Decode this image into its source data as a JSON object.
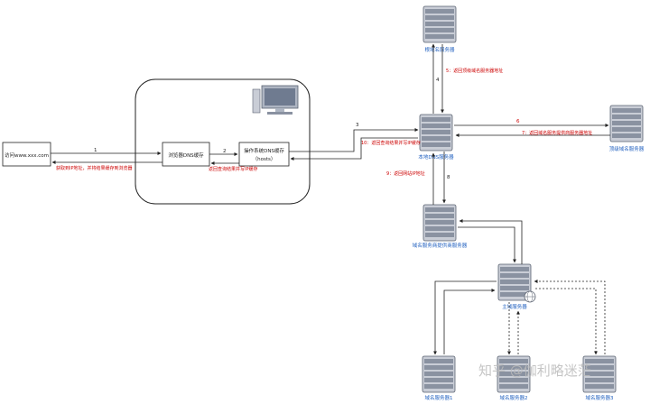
{
  "nodes": {
    "visit": "访问www.xxx.com",
    "browser_cache": "浏览器DNS缓存",
    "os_cache_line1": "操作系统DNS缓存",
    "os_cache_line2": "（hosts）",
    "root_server": "根域名服务器",
    "local_dns": "本地DNS服务器",
    "tld_server": "顶级域名服务器",
    "domain_provider": "域名服务商提供商服务器",
    "master_server": "主域服务器",
    "server1": "域名服务器1",
    "server2": "域名服务器2",
    "server3": "域名服务器3"
  },
  "edges": {
    "e1": "1",
    "e2": "2",
    "e3": "3",
    "e4": "4",
    "e5": "5：返回顶级域名服务器地址",
    "e6": "6",
    "e7": "7：返回域名服务提供商服务器地址",
    "e8": "8",
    "e9": "9：返回网站IP地址",
    "e10": "10：返回查询结果并写IP缓存",
    "e11": "返回查询结果并写IP缓存",
    "e12": "获取到IP地址，并将结果缓存到浏览器"
  },
  "watermark": "知乎 @伽利略迷茫",
  "colors": {
    "line": "#222222",
    "label_red": "#cc0000",
    "label_blue": "#1f5fbf",
    "server_fill": "#c9cdd6",
    "server_stripe": "#7c8594"
  }
}
